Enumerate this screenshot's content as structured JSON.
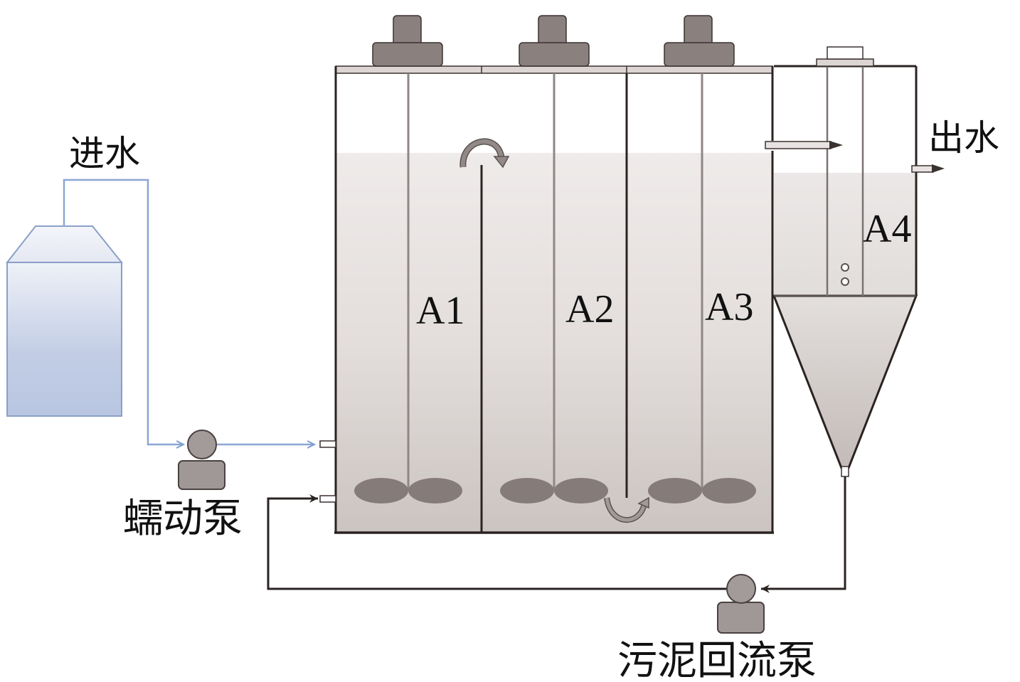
{
  "diagram": {
    "type": "process-flow",
    "labels": {
      "influent": "进水",
      "effluent": "出水",
      "peristaltic_pump": "蠕动泵",
      "sludge_return_pump": "污泥回流泵"
    },
    "compartments": [
      {
        "id": "A1",
        "label": "A1"
      },
      {
        "id": "A2",
        "label": "A2"
      },
      {
        "id": "A3",
        "label": "A3"
      },
      {
        "id": "A4",
        "label": "A4"
      }
    ],
    "colors": {
      "influent_line": "#8aa6d4",
      "feed_tank": "#c3cfe6",
      "reactor_fill": "#d2cbc8",
      "equipment": "#8a807e",
      "outline": "#2a2322"
    }
  }
}
